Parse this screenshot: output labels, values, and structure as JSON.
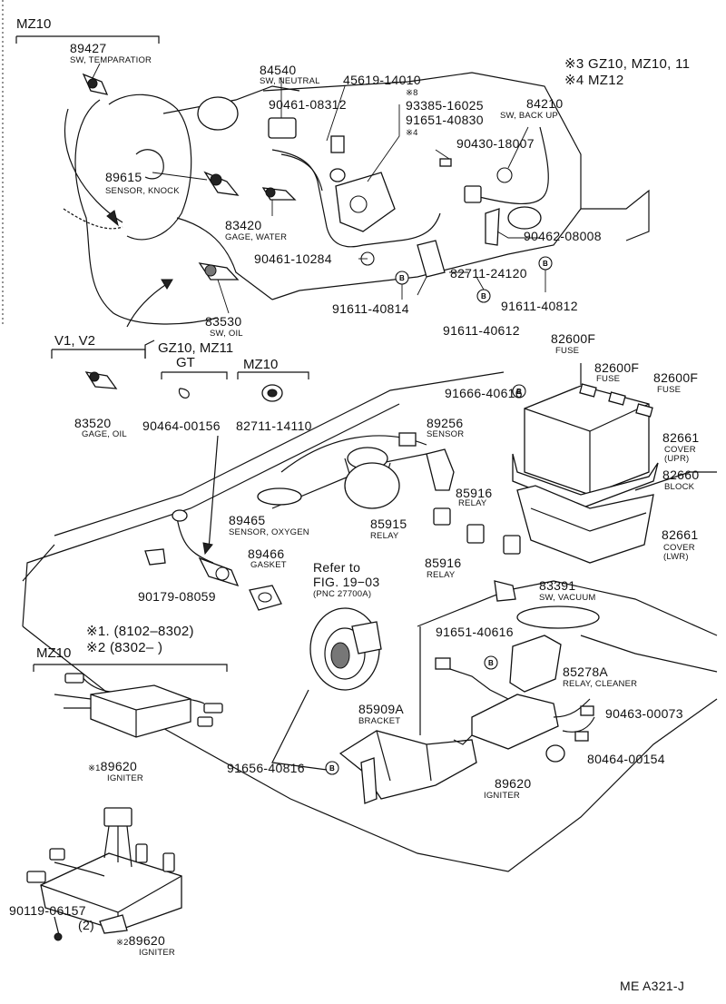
{
  "page_code": "ME A321-J",
  "legend": [
    {
      "mark": "※3",
      "text": "GZ10, MZ10, 11"
    },
    {
      "mark": "※4",
      "text": "MZ12"
    }
  ],
  "ranges": [
    {
      "mark": "※1.",
      "text": "(8102–8302)"
    },
    {
      "mark": "※2",
      "text": "(8302–     )"
    }
  ],
  "groups": {
    "mz10_top": "MZ10",
    "v1v2": "V1, V2",
    "gz10mz11": "GZ10, MZ11",
    "gt": "GT",
    "mz10_mid": "MZ10",
    "mz10_low": "MZ10"
  },
  "refer": {
    "line1": "Refer to",
    "line2": "FIG. 19−03",
    "line3": "(PNC 27700A)"
  },
  "circle_letter": "B",
  "parts": {
    "p89427": {
      "number": "89427",
      "desc": "SW, TEMPARATIOR"
    },
    "p84540": {
      "number": "84540",
      "desc": "SW, NEUTRAL"
    },
    "p45619": {
      "number": "45619-14010"
    },
    "p90461a": {
      "number": "90461-08312"
    },
    "p8mark": {
      "number": "※8"
    },
    "p93385": {
      "number": "93385-16025"
    },
    "p91651a": {
      "number": "91651-40830"
    },
    "p4mark": {
      "number": "※4"
    },
    "p84210": {
      "number": "84210",
      "desc": "SW, BACK UP"
    },
    "p90430": {
      "number": "90430-18007"
    },
    "p89615": {
      "number": "89615",
      "desc": "SENSOR, KNOCK"
    },
    "p83420": {
      "number": "83420",
      "desc": "GAGE, WATER"
    },
    "p90462": {
      "number": "90462-08008"
    },
    "p90461b": {
      "number": "90461-10284"
    },
    "p82711a": {
      "number": "82711-24120"
    },
    "p91611a": {
      "number": "91611-40814"
    },
    "p91611b": {
      "number": "91611-40812"
    },
    "p83530": {
      "number": "83530",
      "desc": "SW, OIL"
    },
    "p91611c": {
      "number": "91611-40612"
    },
    "p82600a": {
      "number": "82600F",
      "desc": "FUSE"
    },
    "p82600b": {
      "number": "82600F",
      "desc": "FUSE"
    },
    "p82600c": {
      "number": "82600F",
      "desc": "FUSE"
    },
    "p83520": {
      "number": "83520",
      "desc": "GAGE, OIL"
    },
    "p90464a": {
      "number": "90464-00156"
    },
    "p82711b": {
      "number": "82711-14110"
    },
    "p91666": {
      "number": "91666-40616"
    },
    "p89256": {
      "number": "89256",
      "desc": "SENSOR"
    },
    "p82661a": {
      "number": "82661",
      "desc": "COVER",
      "desc2": "(UPR)"
    },
    "p82660": {
      "number": "82660",
      "desc": "BLOCK"
    },
    "p85916a": {
      "number": "85916",
      "desc": "RELAY"
    },
    "p85915": {
      "number": "85915",
      "desc": "RELAY"
    },
    "p89465": {
      "number": "89465",
      "desc": "SENSOR, OXYGEN"
    },
    "p89466": {
      "number": "89466",
      "desc": "GASKET"
    },
    "p85916b": {
      "number": "85916",
      "desc": "RELAY"
    },
    "p82661b": {
      "number": "82661",
      "desc": "COVER",
      "desc2": "(LWR)"
    },
    "p90179": {
      "number": "90179-08059"
    },
    "p83391": {
      "number": "83391",
      "desc": "SW, VACUUM"
    },
    "p91651b": {
      "number": "91651-40616"
    },
    "p85278": {
      "number": "85278A",
      "desc": "RELAY, CLEANER"
    },
    "p85909": {
      "number": "85909A",
      "desc": "BRACKET"
    },
    "p90463": {
      "number": "90463-00073"
    },
    "p90464b": {
      "number": "80464-00154"
    },
    "p91656": {
      "number": "91656-40816"
    },
    "p89620c": {
      "number": "89620",
      "desc": "IGNITER"
    },
    "p89620a": {
      "mark": "※1",
      "number": "89620",
      "desc": "IGNITER"
    },
    "p90119": {
      "number": "90119-06157",
      "qty": "(2)"
    },
    "p89620b": {
      "mark": "※2",
      "number": "89620",
      "desc": "IGNITER"
    }
  }
}
